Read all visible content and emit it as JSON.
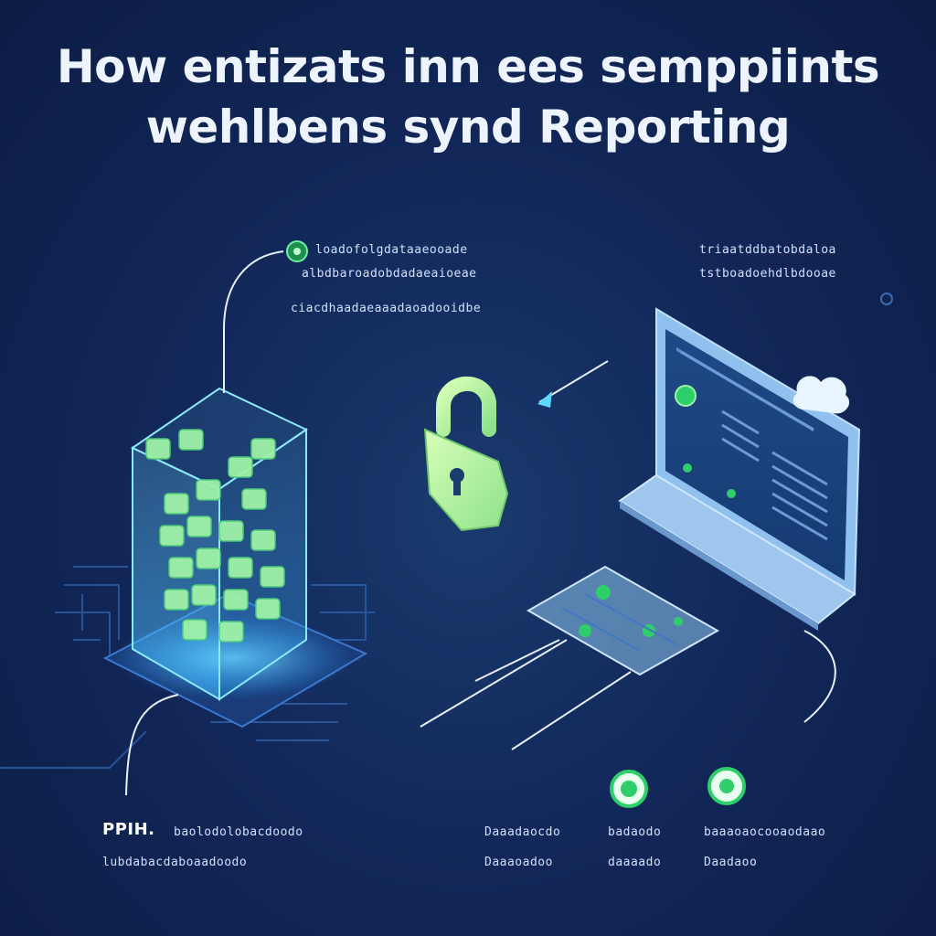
{
  "title": {
    "line1": "How entizats inn ees semppiints",
    "line2": "wehlbens synd Reporting"
  },
  "labels": {
    "top_left": [
      "loadofolgdataaeooade",
      "albdbaroadobdadaeaioeae",
      "ciacdhaadaeaaadaoadooidbe"
    ],
    "top_right": [
      "triaatddbatobdaloa",
      "tstboadoehdlbdooae"
    ],
    "bottom_left_head": "PPIH.",
    "bottom_left": [
      "baolodolobacdoodo",
      "lubdabacdaboaadoodo"
    ],
    "bottom_mid1": [
      "Daaadaocdo",
      "Daaaoadoo"
    ],
    "bottom_mid2": [
      "badaodo",
      "daaaado"
    ],
    "bottom_right": [
      "baaaoaocooaodaao",
      "Daadaoo"
    ]
  },
  "colors": {
    "background": "#12285a",
    "accent_green": "#7ef0a0",
    "accent_cyan": "#5fd8ff",
    "screen_blue": "#9fc6ef",
    "icon_green": "#2ecf6a"
  }
}
